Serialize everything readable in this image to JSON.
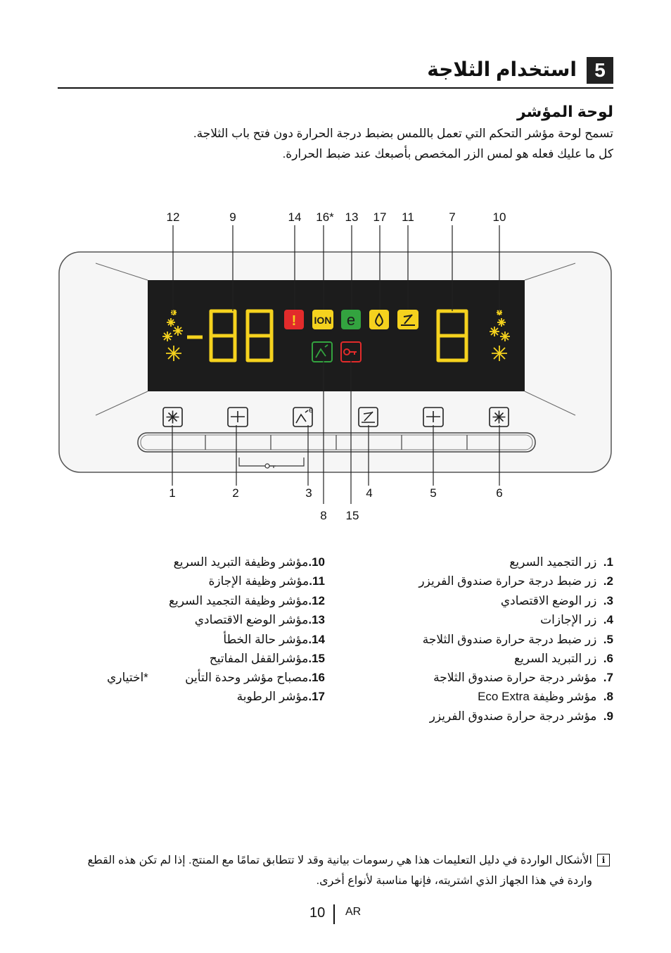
{
  "section": {
    "number": "5",
    "title": "استخدام الثلاجة"
  },
  "subsection": {
    "title": "لوحة المؤشر"
  },
  "intro": [
    "تسمح لوحة مؤشر التحكم التي تعمل باللمس بضبط درجة الحرارة دون فتح باب الثلاجة.",
    "كل ما عليك فعله هو لمس الزر المخصص بأصبعك عند ضبط الحرارة."
  ],
  "diagram": {
    "top_callouts": [
      "12",
      "9",
      "14",
      "16*",
      "13",
      "17",
      "11",
      "7",
      "10"
    ],
    "bottom_callouts": [
      "1",
      "2",
      "3",
      "4",
      "5",
      "6"
    ],
    "inner_callouts": [
      "8",
      "15"
    ],
    "display": {
      "freezer_digits": "-88",
      "fridge_digit": "8",
      "ion_label": "ION",
      "eco_label": "e",
      "alarm_label": "!"
    },
    "colors": {
      "display_bg": "#1c1c1c",
      "digit": "#f5d21e",
      "alarm": "#e22b2b",
      "eco": "#33a33f",
      "panel_border": "#555555"
    },
    "icons": [
      "freezer-snowflake-icon",
      "adjust-minus-plus-icon",
      "eco-extra-icon",
      "vacation-icon",
      "adjust-minus-plus-icon",
      "quick-freeze-snowflake-icon",
      "key-lock-icon"
    ]
  },
  "legend": {
    "right": [
      {
        "num": "1.",
        "text": "زر التجميد السريع"
      },
      {
        "num": "2.",
        "text": "زر ضبط درجة حرارة صندوق الفريزر"
      },
      {
        "num": "3.",
        "text": "زر الوضع الاقتصادي"
      },
      {
        "num": "4.",
        "text": "زر الإجازات"
      },
      {
        "num": "5.",
        "text": "زر ضبط درجة حرارة صندوق الثلاجة"
      },
      {
        "num": "6.",
        "text": "زر التبريد السريع"
      },
      {
        "num": "7.",
        "text": "مؤشر درجة حرارة صندوق الثلاجة"
      },
      {
        "num": "8.",
        "text": "مؤشر وظيفة Eco Extra"
      },
      {
        "num": "9.",
        "text": "مؤشر درجة حرارة صندوق الفريزر"
      }
    ],
    "left": [
      {
        "num": "10.",
        "text": "مؤشر وظيفة التبريد السريع"
      },
      {
        "num": "11.",
        "text": "مؤشر وظيفة الإجازة"
      },
      {
        "num": "12.",
        "text": "مؤشر وظيفة التجميد السريع"
      },
      {
        "num": "13.",
        "text": "مؤشر الوضع الاقتصادي"
      },
      {
        "num": "14.",
        "text": "مؤشر حالة الخطأ"
      },
      {
        "num": "15.",
        "text": "مؤشرالقفل المفاتيح"
      },
      {
        "num": "16.",
        "text": "مصباح مؤشر وحدة التأين",
        "extra": "*اختياري"
      },
      {
        "num": "17.",
        "text": "مؤشر الرطوبة"
      }
    ]
  },
  "note": [
    "الأشكال الواردة في دليل التعليمات هذا هي رسومات بيانية وقد لا تتطابق تمامًا مع المنتج. إذا لم تكن هذه القطع",
    "واردة في هذا الجهاز الذي اشتريته، فإنها مناسبة لأنواع أخرى."
  ],
  "note_icon": "i",
  "footer": {
    "page": "10",
    "lang": "AR"
  }
}
